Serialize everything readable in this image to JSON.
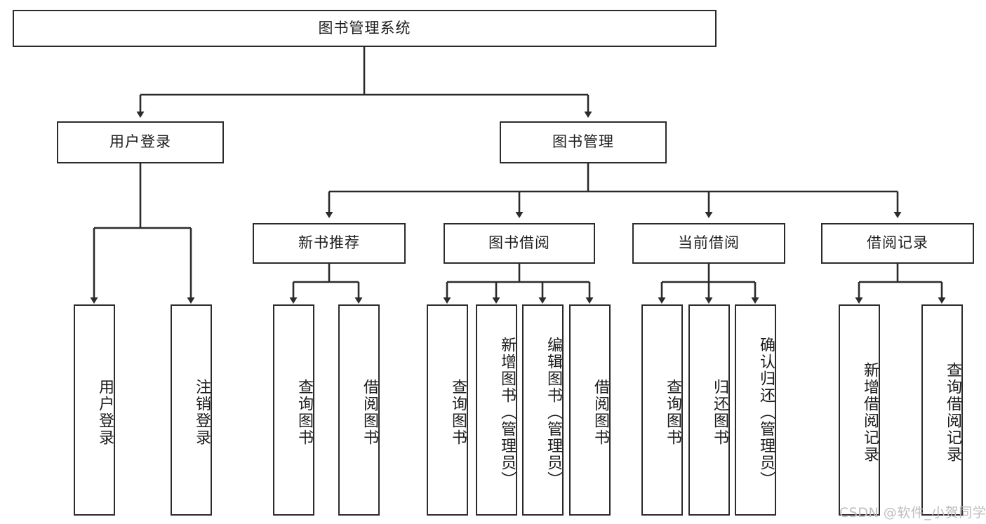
{
  "diagram": {
    "title": "图书管理系统",
    "type": "hierarchy-tree",
    "levels": 4,
    "root": {
      "id": "root",
      "label": "图书管理系统",
      "orientation": "horizontal"
    },
    "level1": [
      {
        "id": "user-login",
        "label": "用户登录",
        "orientation": "horizontal"
      },
      {
        "id": "book-management",
        "label": "图书管理",
        "orientation": "horizontal"
      }
    ],
    "level2": [
      {
        "id": "new-book-recommend",
        "label": "新书推荐",
        "orientation": "horizontal",
        "parent": "book-management"
      },
      {
        "id": "book-borrow",
        "label": "图书借阅",
        "orientation": "horizontal",
        "parent": "book-management"
      },
      {
        "id": "current-borrow",
        "label": "当前借阅",
        "orientation": "horizontal",
        "parent": "book-management"
      },
      {
        "id": "borrow-record",
        "label": "借阅记录",
        "orientation": "horizontal",
        "parent": "book-management"
      }
    ],
    "leaves": [
      {
        "id": "leaf-user-login",
        "label": "用户登录",
        "orientation": "vertical",
        "parent": "user-login"
      },
      {
        "id": "leaf-user-logout",
        "label": "注销登录",
        "orientation": "vertical",
        "parent": "user-login"
      },
      {
        "id": "leaf-query-book-1",
        "label": "查询图书",
        "orientation": "vertical",
        "parent": "new-book-recommend"
      },
      {
        "id": "leaf-borrow-book-1",
        "label": "借阅图书",
        "orientation": "vertical",
        "parent": "new-book-recommend"
      },
      {
        "id": "leaf-query-book-2",
        "label": "查询图书",
        "orientation": "vertical",
        "parent": "book-borrow"
      },
      {
        "id": "leaf-add-book",
        "label": "新增图书（管理员）",
        "orientation": "vertical",
        "parent": "book-borrow"
      },
      {
        "id": "leaf-edit-book",
        "label": "编辑图书（管理员）",
        "orientation": "vertical",
        "parent": "book-borrow"
      },
      {
        "id": "leaf-borrow-book-2",
        "label": "借阅图书",
        "orientation": "vertical",
        "parent": "book-borrow"
      },
      {
        "id": "leaf-query-book-3",
        "label": "查询图书",
        "orientation": "vertical",
        "parent": "current-borrow"
      },
      {
        "id": "leaf-return-book",
        "label": "归还图书",
        "orientation": "vertical",
        "parent": "current-borrow"
      },
      {
        "id": "leaf-confirm-return",
        "label": "确认归还（管理员）",
        "orientation": "vertical",
        "parent": "current-borrow"
      },
      {
        "id": "leaf-add-record",
        "label": "新增借阅记录",
        "orientation": "vertical",
        "parent": "borrow-record"
      },
      {
        "id": "leaf-query-record",
        "label": "查询借阅记录",
        "orientation": "vertical",
        "parent": "borrow-record"
      }
    ]
  },
  "watermark": {
    "text": "CSDN @软件_小贺同学"
  },
  "colors": {
    "stroke": "#2b2b2b",
    "background": "#ffffff",
    "text": "#1c1c1c",
    "watermark": "#bdbdbd"
  }
}
